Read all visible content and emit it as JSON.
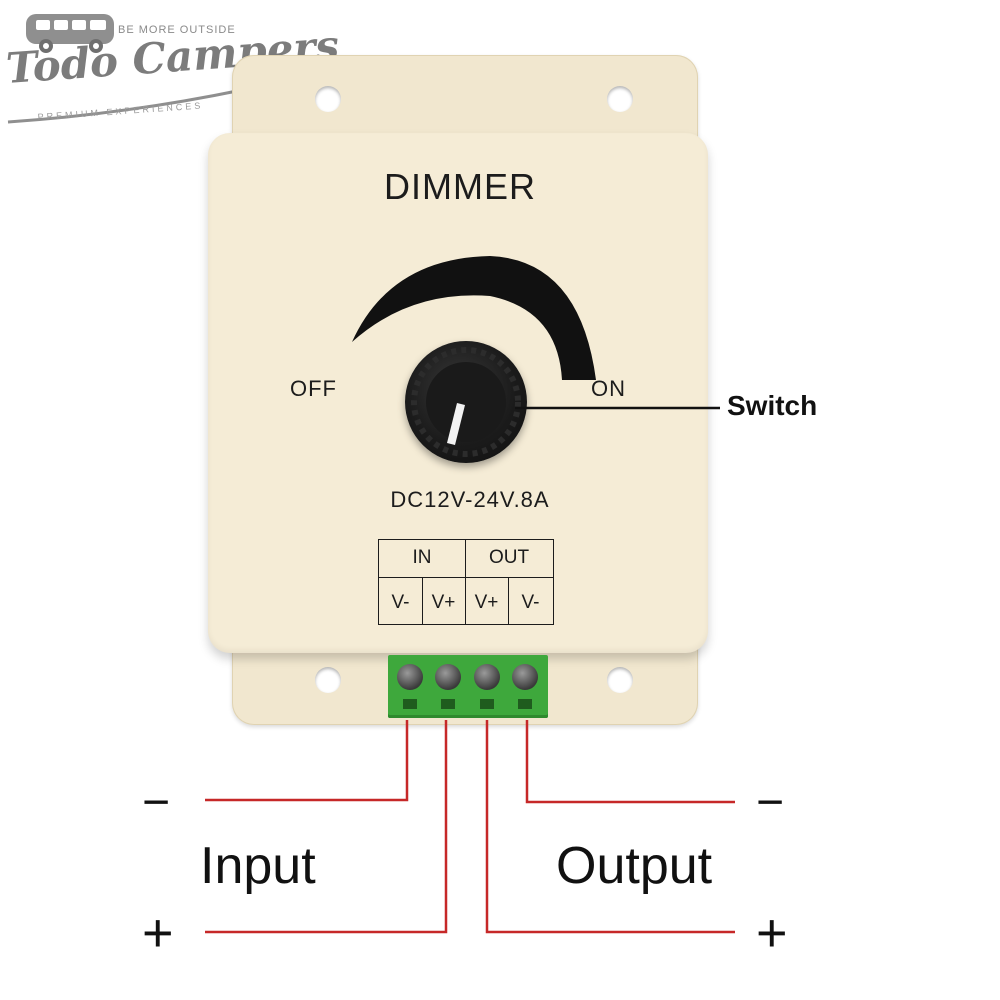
{
  "logo": {
    "tagline_top": "BE MORE OUTSIDE",
    "brand": "Todo Campers",
    "tagline_bottom": "PREMIUM EXPERIENCES"
  },
  "device": {
    "title": "DIMMER",
    "off_label": "OFF",
    "on_label": "ON",
    "rating": "DC12V-24V.8A",
    "terminal_table": {
      "groups": [
        "IN",
        "OUT"
      ],
      "pins": [
        "V-",
        "V+",
        "V+",
        "V-"
      ]
    }
  },
  "callout": {
    "switch_label": "Switch"
  },
  "wiring": {
    "input_label": "Input",
    "output_label": "Output",
    "minus": "−",
    "plus": "+"
  },
  "colors": {
    "housing": "#f5ecd6",
    "terminal": "#3ea83c",
    "wire": "#c62828"
  }
}
